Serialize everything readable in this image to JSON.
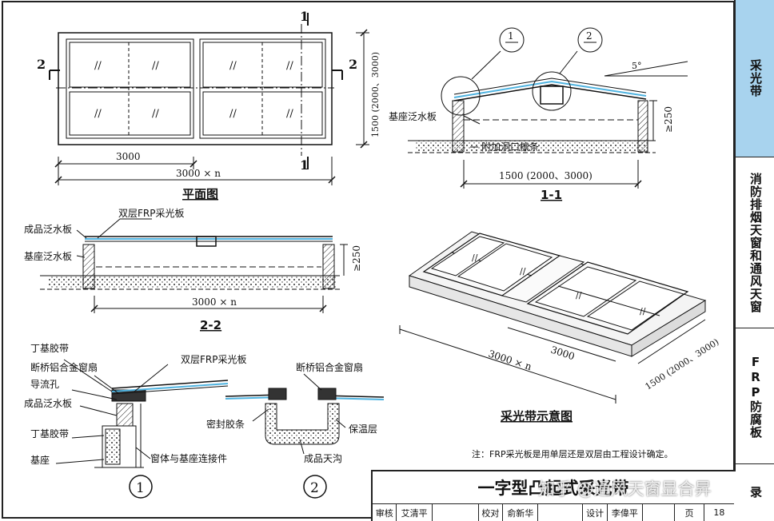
{
  "sidebar": {
    "sections": [
      {
        "label": "采光带",
        "active": true
      },
      {
        "label": "消防排烟天窗和通风天窗",
        "active": false
      },
      {
        "label": "FRP防腐板",
        "active": false
      },
      {
        "label": "录",
        "active": false
      }
    ]
  },
  "plan": {
    "title": "平面图",
    "dim_bay": "3000",
    "dim_total": "3000 × n",
    "dim_height": "1500 (2000、3000)",
    "section_mark_left": "2",
    "section_mark_right": "2",
    "section_mark_top": "1",
    "section_mark_bottom": "1"
  },
  "section11": {
    "title": "1-1",
    "label_base_flashing": "基座泛水板",
    "label_purlin": "附加洞口檩条",
    "dim_width": "1500 (2000、3000)",
    "dim_height": "≥250",
    "angle": "5°",
    "callout1": "1",
    "callout2": "2"
  },
  "section22": {
    "title": "2-2",
    "label_frp": "双层FRP采光板",
    "label_product_flashing": "成品泛水板",
    "label_base_flashing": "基座泛水板",
    "dim_height": "≥250",
    "dim_total": "3000 × n"
  },
  "schematic": {
    "title": "采光带示意图",
    "dim_total": "3000 × n",
    "dim_bay": "3000",
    "dim_width": "1500 (2000、3000)"
  },
  "note": "注：FRP采光板是用单层还是双层由工程设计确定。",
  "detail1": {
    "number": "1",
    "labels": [
      "丁基胶带",
      "断桥铝合金窗扇",
      "导流孔",
      "成品泛水板",
      "丁基胶带",
      "基座"
    ],
    "label_frp": "双层FRP采光板",
    "label_connector": "窗体与基座连接件"
  },
  "detail2": {
    "number": "2",
    "label_sash": "断桥铝合金窗扇",
    "label_seal": "密封胶条",
    "label_insulation": "保温层",
    "label_gutter": "成品天沟"
  },
  "title_block": {
    "title": "一字型凸起式采光带",
    "row": [
      "审核",
      "艾清平",
      "校对",
      "俞新华",
      "设计",
      "李偉平",
      "页",
      "18"
    ]
  },
  "watermark": "知乎 @通风天窗显合昇",
  "colors": {
    "glass": "#4fb3e0",
    "line": "#111111",
    "accent": "#a8d3ee"
  }
}
